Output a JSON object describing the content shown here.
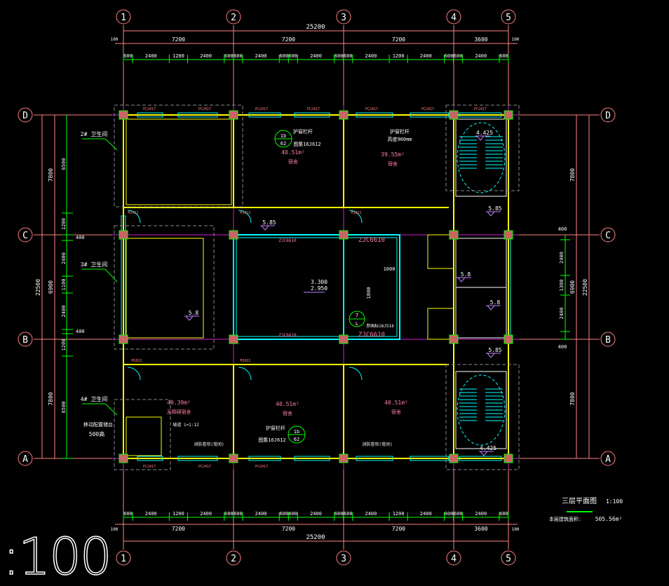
{
  "drawing": {
    "title": "三层平面图",
    "scale": "1:100",
    "area_label": "本层建筑面积:",
    "area_value": "505.56m²",
    "corner_scale_text": ":100"
  },
  "axes": {
    "columns": [
      "1",
      "2",
      "3",
      "4",
      "5"
    ],
    "rows": [
      "D",
      "C",
      "B",
      "A"
    ]
  },
  "dimensions": {
    "total_width": "25200",
    "bay_widths": [
      "7200",
      "7200",
      "7200",
      "3600"
    ],
    "top_details": [
      "600",
      "2400",
      "1200",
      "2400",
      "600",
      "600",
      "2400",
      "600",
      "600",
      "2400",
      "600",
      "600",
      "2400",
      "1200",
      "2400",
      "600",
      "600",
      "2400",
      "600"
    ],
    "edge": "100",
    "left_total": "22500",
    "left_bays": [
      "7800",
      "6900",
      "7800"
    ],
    "left_details": [
      "6500",
      "1200",
      "400",
      "2400",
      "1100",
      "2400",
      "400",
      "1200",
      "6500"
    ],
    "right_details": [
      "400",
      "2400",
      "1300",
      "2400",
      "400"
    ]
  },
  "rooms": [
    {
      "area": "40.51m²",
      "name": "宿舍"
    },
    {
      "area": "39.55m²",
      "name": "宿舍"
    },
    {
      "area": "40.39m²",
      "name": "无障碍宿舍"
    },
    {
      "area": "40.51m²",
      "name": "宿舍"
    },
    {
      "area": "40.51m²",
      "name": "宿舍"
    }
  ],
  "elevations": [
    "5.85",
    "5.85",
    "5.8",
    "5.8",
    "5.8",
    "5.85",
    "4.425",
    "4.425"
  ],
  "central": {
    "top_label": "ZJC6610",
    "bottom_label": "ZJC6610",
    "elev1": "3.300",
    "elev2": "2.950",
    "dim1": "1000",
    "dim2": "1800",
    "index_top": "7",
    "index_bottom": "L",
    "ref": "参国标16J516"
  },
  "windows": [
    "PC2417",
    "PC2417",
    "PC2417",
    "PC2417",
    "PC2417",
    "PC2417",
    "PC2417",
    "PC2417",
    "PC2417",
    "PC2417"
  ],
  "doors": [
    "M1021",
    "M1022",
    "M1022",
    "M1022",
    "M1022"
  ],
  "notes": {
    "rail": "护窗栏杆",
    "rail_ref": "图集16J612",
    "rail_height": "高度900mm",
    "idx_top": "1b",
    "idx_bottom": "62",
    "wc2": "2# 卫生间",
    "wc3": "3# 卫生间",
    "wc4": "4# 卫生间",
    "storage": "移动配置储台",
    "storage_h": "500高",
    "ramp": "坡道 i=1:12",
    "fire": "消防卷帘(常闭)"
  }
}
